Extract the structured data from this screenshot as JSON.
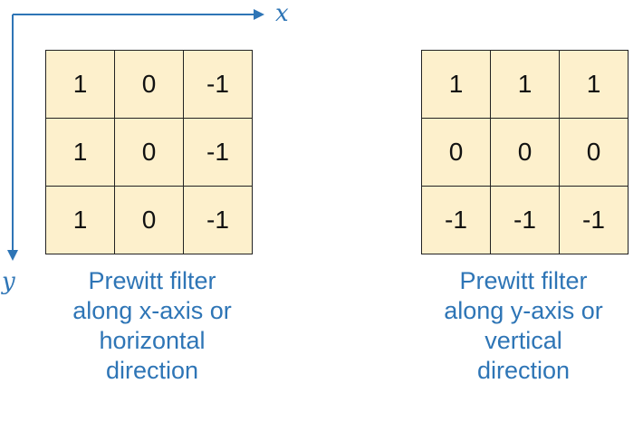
{
  "axes": {
    "x_label": "x",
    "y_label": "y"
  },
  "kernels": [
    {
      "rows": [
        [
          "1",
          "0",
          "-1"
        ],
        [
          "1",
          "0",
          "-1"
        ],
        [
          "1",
          "0",
          "-1"
        ]
      ],
      "caption": [
        "Prewitt filter",
        "along x-axis or",
        "horizontal",
        "direction"
      ]
    },
    {
      "rows": [
        [
          "1",
          "1",
          "1"
        ],
        [
          "0",
          "0",
          "0"
        ],
        [
          "-1",
          "-1",
          "-1"
        ]
      ],
      "caption": [
        "Prewitt filter",
        "along y-axis or",
        "vertical",
        "direction"
      ]
    }
  ],
  "colors": {
    "accent": "#2e75b6",
    "cell_fill": "#fdf0cc",
    "grid": "#222222"
  }
}
